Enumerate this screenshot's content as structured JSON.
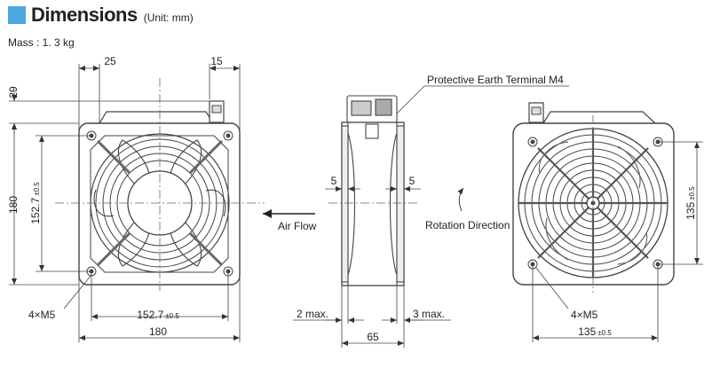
{
  "header": {
    "title": "Dimensions",
    "unit": "(Unit: mm)",
    "accent_color": "#4aa7e0"
  },
  "mass": "Mass : 1. 3 kg",
  "front_view": {
    "dim_top_left": "25",
    "dim_top_right": "15",
    "dim_height_offset": "29",
    "dim_height": "180",
    "dim_hole_pitch_v": "152.7",
    "dim_hole_pitch_v_tol": "±0.5",
    "dim_hole_pitch_h": "152.7",
    "dim_hole_pitch_h_tol": "±0.5",
    "dim_width": "180",
    "screw_label": "4×M5"
  },
  "side_view": {
    "terminal_label": "Protective Earth Terminal  M4",
    "dim_left_5": "5",
    "dim_right_5": "5",
    "dim_2max": "2 max.",
    "dim_3max": "3 max.",
    "dim_depth": "65",
    "air_flow": "Air Flow",
    "rotation": "Rotation Direction"
  },
  "rear_view": {
    "dim_hole_pitch_v": "135",
    "dim_hole_pitch_v_tol": "±0.5",
    "dim_hole_pitch_h": "135",
    "dim_hole_pitch_h_tol": "±0.5",
    "screw_label": "4×M5"
  }
}
